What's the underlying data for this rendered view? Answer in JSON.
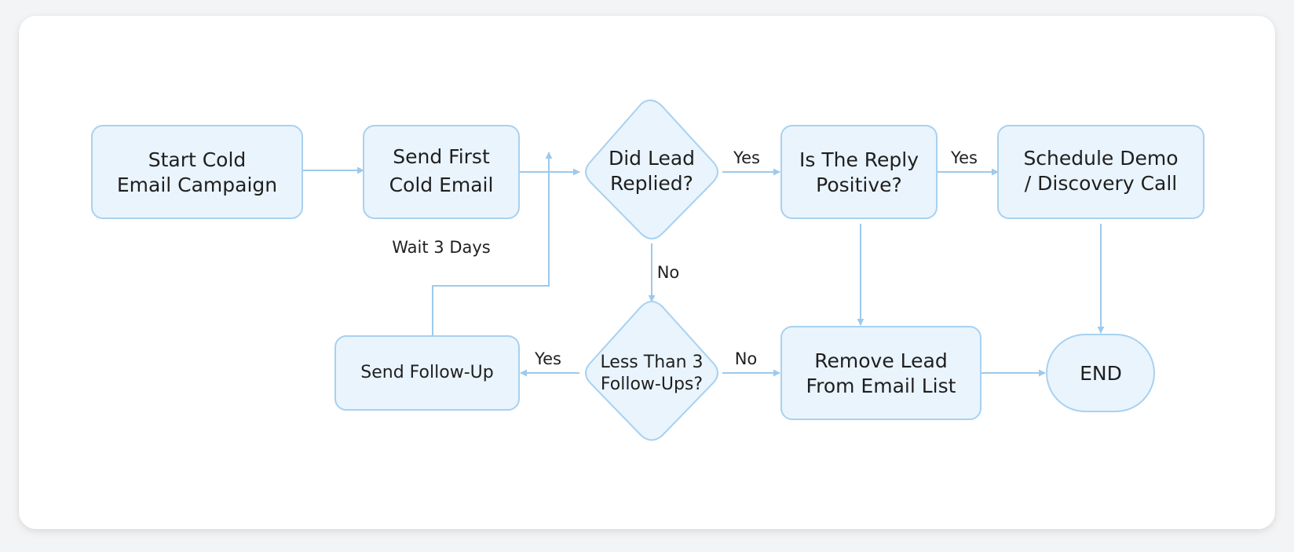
{
  "nodes": {
    "start": {
      "lines": [
        "Start Cold",
        "Email Campaign"
      ]
    },
    "send_first": {
      "lines": [
        "Send First",
        "Cold Email"
      ]
    },
    "did_reply": {
      "lines": [
        "Did Lead",
        "Replied?"
      ]
    },
    "reply_positive": {
      "lines": [
        "Is The Reply",
        "Positive?"
      ]
    },
    "schedule_demo": {
      "lines": [
        "Schedule Demo",
        "/ Discovery Call"
      ]
    },
    "send_followup": {
      "lines": [
        "Send Follow-Up"
      ]
    },
    "less_than_3": {
      "lines": [
        "Less Than 3",
        "Follow-Ups?"
      ]
    },
    "remove_lead": {
      "lines": [
        "Remove Lead",
        "From Email List"
      ]
    },
    "end": {
      "lines": [
        "END"
      ]
    }
  },
  "edge_labels": {
    "wait_3_days": "Wait 3 Days",
    "did_reply_yes": "Yes",
    "did_reply_no": "No",
    "reply_positive_yes": "Yes",
    "less_than_3_yes": "Yes",
    "less_than_3_no": "No"
  },
  "colors": {
    "node_fill": "#eaf4fd",
    "node_stroke": "#a8d1f0",
    "edge": "#9dc9ec",
    "text": "#1f1f1f"
  }
}
